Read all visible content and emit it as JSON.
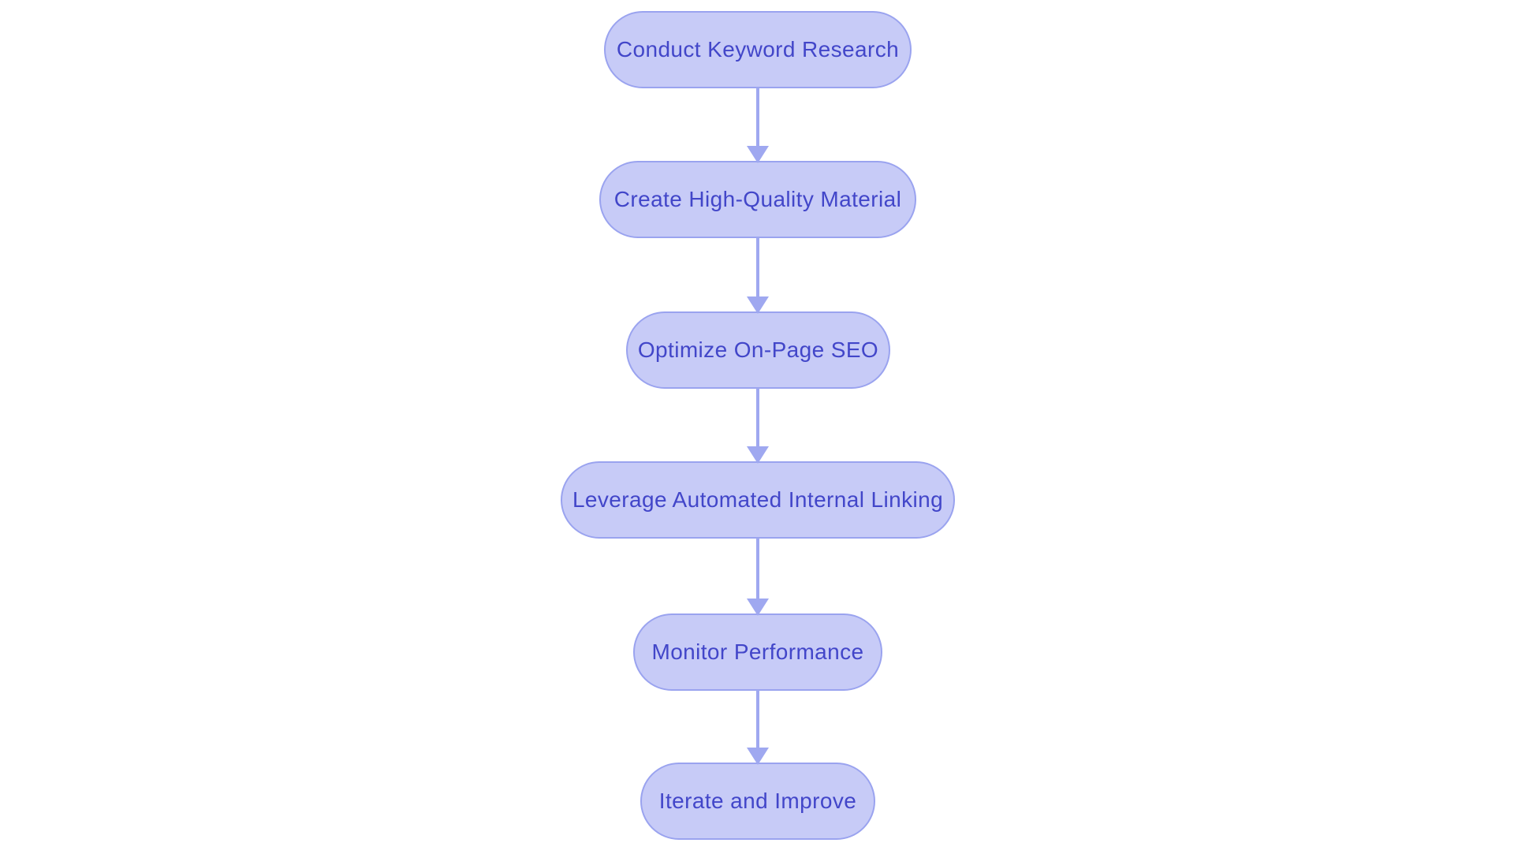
{
  "diagram": {
    "type": "flowchart",
    "direction": "top-down",
    "title": "",
    "nodes": [
      {
        "id": "n1",
        "label": "Conduct Keyword Research"
      },
      {
        "id": "n2",
        "label": "Create High-Quality Material"
      },
      {
        "id": "n3",
        "label": "Optimize On-Page SEO"
      },
      {
        "id": "n4",
        "label": "Leverage Automated Internal Linking"
      },
      {
        "id": "n5",
        "label": "Monitor Performance"
      },
      {
        "id": "n6",
        "label": "Iterate and Improve"
      }
    ],
    "edges": [
      {
        "from": "n1",
        "to": "n2",
        "style": "arrow-down"
      },
      {
        "from": "n2",
        "to": "n3",
        "style": "arrow-down"
      },
      {
        "from": "n3",
        "to": "n4",
        "style": "arrow-down"
      },
      {
        "from": "n4",
        "to": "n5",
        "style": "arrow-down"
      },
      {
        "from": "n5",
        "to": "n6",
        "style": "arrow-down"
      }
    ]
  },
  "colors": {
    "background": "#ffffff",
    "node_fill": "#c7cbf7",
    "node_border": "#9aa3ef",
    "node_text": "#4246c9",
    "connector": "#9fa8f0"
  }
}
